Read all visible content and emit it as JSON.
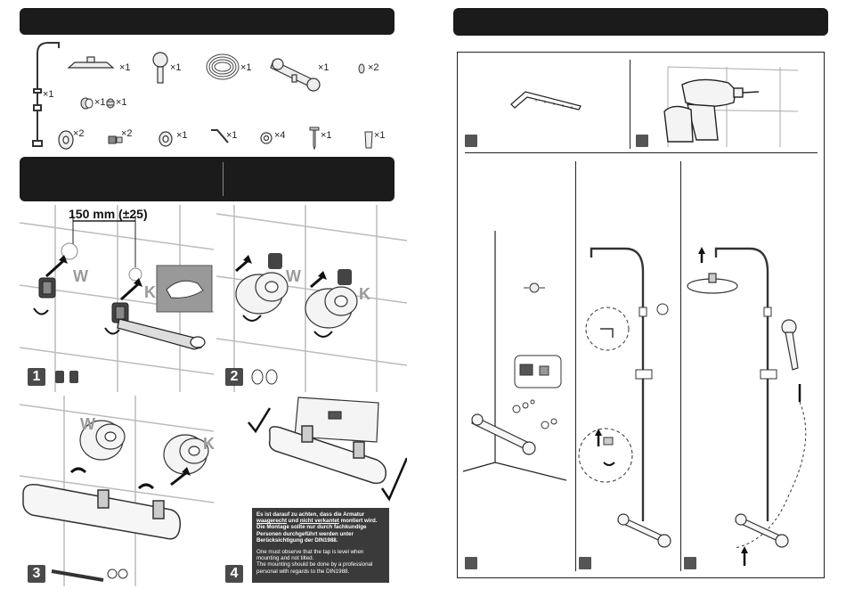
{
  "parts": {
    "q_rail": "×1",
    "q_headshower": "×1",
    "q_handshower": "×1",
    "q_hose": "×1",
    "q_thermostat": "×1",
    "q_nut": "×2",
    "q_holder1": "×1",
    "q_holder2": "×1",
    "q_washer_big": "×2",
    "q_connector": "×2",
    "q_clamp": "×1",
    "q_allenkey": "×1",
    "q_washer_small": "×4",
    "q_screw": "×1",
    "q_dowel": "×1"
  },
  "steps": {
    "distance_label": "150 mm (±25)",
    "warm_label": "W",
    "cold_label": "K",
    "s1": "1",
    "s2": "2",
    "s3": "3",
    "s4": "4"
  },
  "note": {
    "de_line1": "Es ist darauf zu achten, dass die Armatur",
    "de_level": "waagerecht",
    "de_and": " und ",
    "de_not": "nicht verkantet",
    "de_mounted": " montiert wird.",
    "de_line3": "Die Montage sollte nur durch fachkundige",
    "de_line4": "Personen durchgeführt werden unter",
    "de_line5": "Berücksichtigung der DIN1988.",
    "en_line1": "One must observe that the tap is level when",
    "en_line2": "mounting and not tilted.",
    "en_line3": "The mounting should be done by a professional",
    "en_line4": "personal with regards to the DIN1988."
  }
}
